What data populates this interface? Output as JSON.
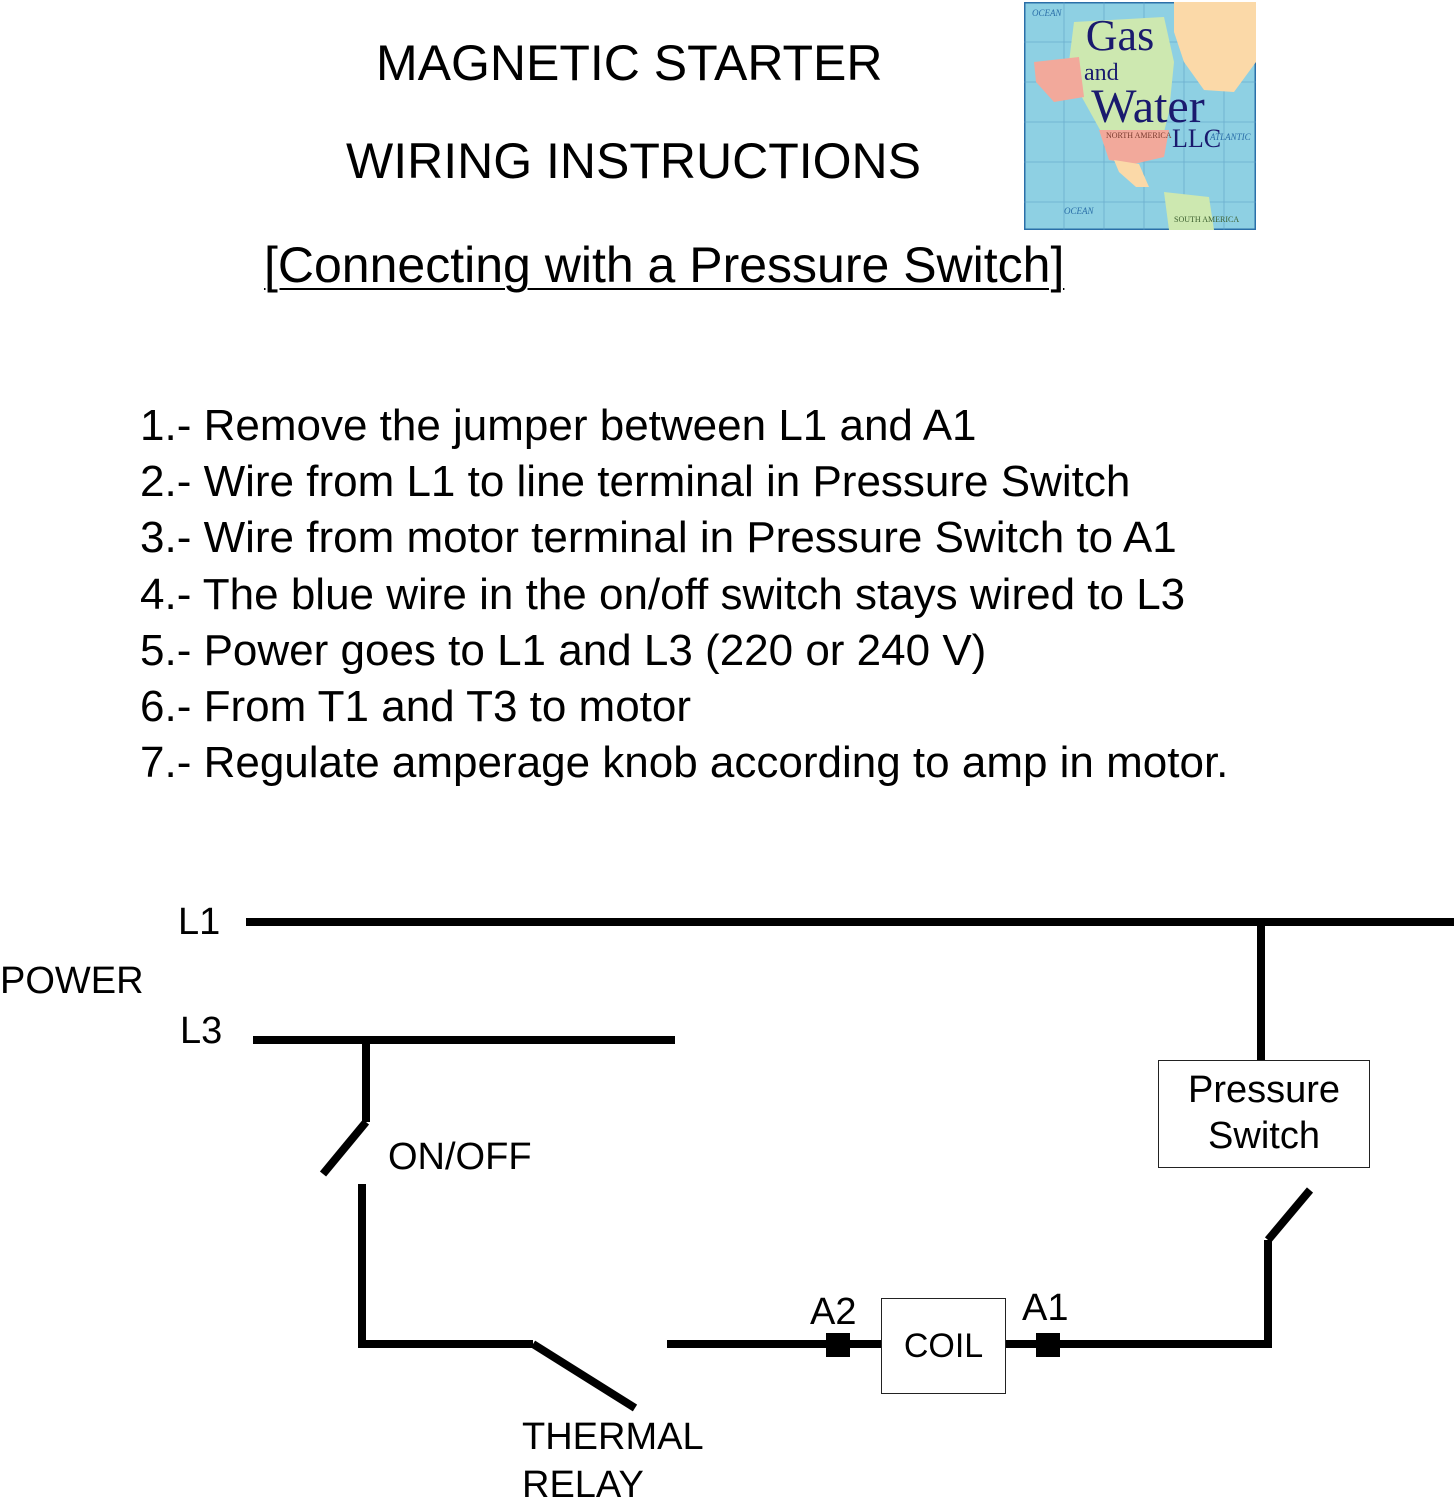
{
  "header": {
    "title_line1": "MAGNETIC STARTER",
    "title_line2": "WIRING INSTRUCTIONS",
    "subtitle": "[Connecting with a Pressure Switch]"
  },
  "logo": {
    "line1": "Gas",
    "line2": "and",
    "line3": "Water",
    "line4": "LLC",
    "map_labels": [
      "OCEAN",
      "NORTH AMERICA",
      "ATLANTIC",
      "OCEAN",
      "SOUTH AMERICA"
    ],
    "colors": {
      "ocean": "#8ed0e3",
      "land_green": "#cde8b0",
      "land_pink": "#f2a99b",
      "land_peach": "#fbd9a8",
      "text": "#1a1a6e"
    }
  },
  "steps": [
    "1.- Remove the jumper between L1 and A1",
    "2.- Wire from L1 to line terminal in Pressure Switch",
    "3.- Wire from motor terminal in Pressure Switch to A1",
    "4.- The blue wire in the on/off switch stays wired to L3",
    "5.- Power goes to L1 and L3 (220 or 240 V)",
    "6.- From T1 and T3 to motor",
    "7.- Regulate amperage knob according to amp in motor."
  ],
  "diagram": {
    "power_label": "POWER",
    "l1_label": "L1",
    "l3_label": "L3",
    "onoff_label": "ON/OFF",
    "thermal_label_line1": "THERMAL",
    "thermal_label_line2": "RELAY",
    "a2_label": "A2",
    "a1_label": "A1",
    "coil_label": "COIL",
    "pressure_label_line1": "Pressure",
    "pressure_label_line2": "Switch"
  }
}
